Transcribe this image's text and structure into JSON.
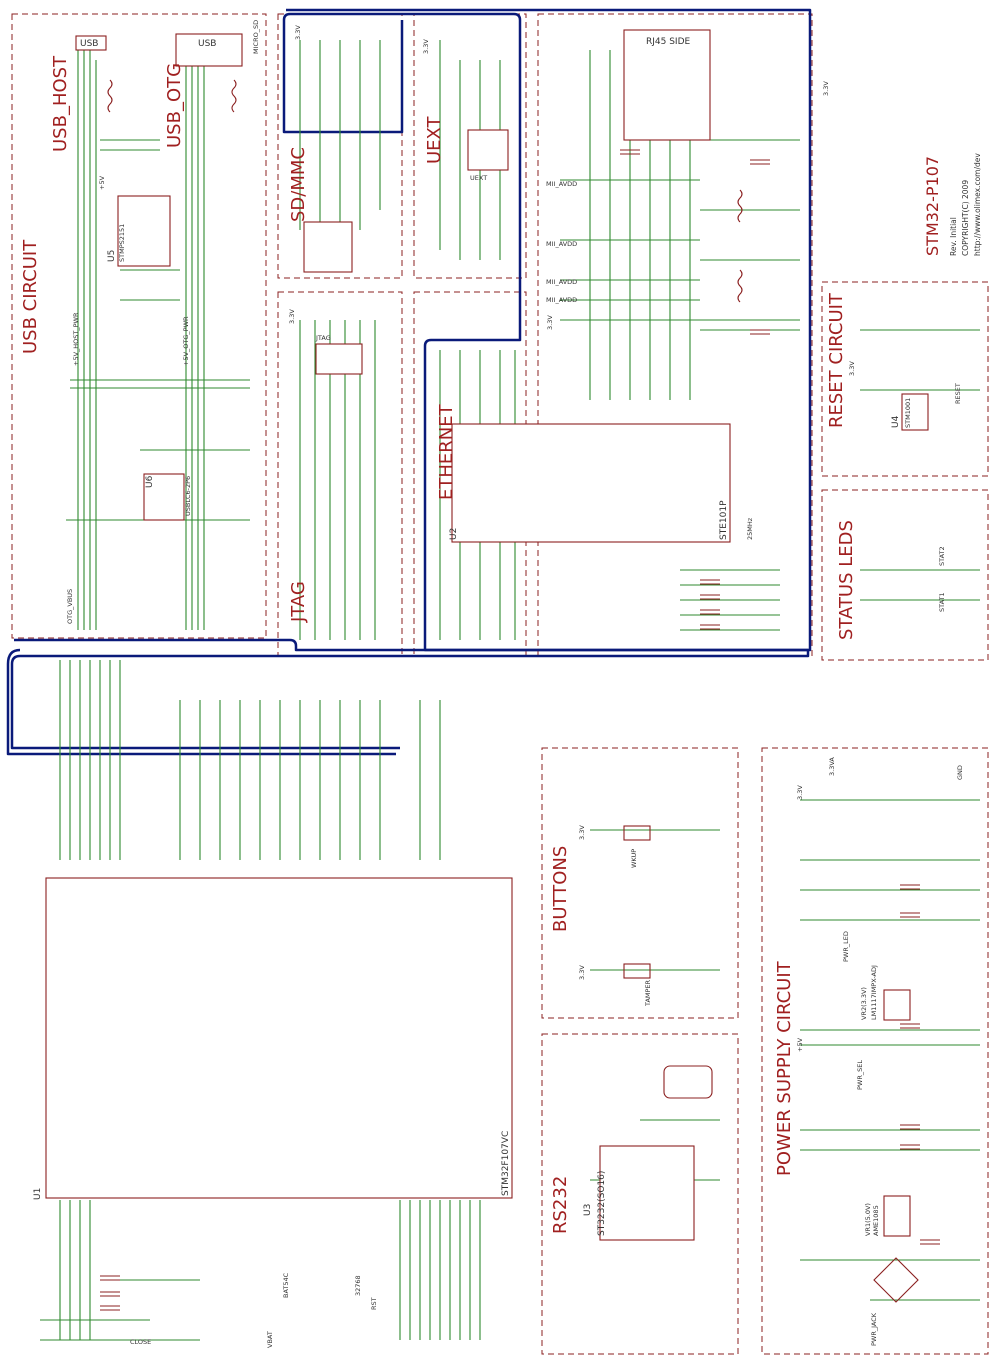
{
  "sections": {
    "usb_host": "USB_HOST",
    "usb_otg": "USB_OTG",
    "usb_circuit": "USB CIRCUIT",
    "sd_mmc": "SD/MMC",
    "uext": "UEXT",
    "ethernet": "ETHERNET",
    "jtag": "JTAG",
    "reset_circuit": "RESET CIRCUIT",
    "status_leds": "STATUS LEDS",
    "buttons": "BUTTONS",
    "rs232": "RS232",
    "power_supply": "POWER SUPPLY CIRCUIT"
  },
  "title_block": {
    "board": "STM32-P107",
    "revision": "Rev. Initial",
    "copyright": "COPYRIGHT(C) 2009",
    "url": "http://www.olimex.com/dev"
  },
  "parts": {
    "usb_host_conn": "USB",
    "usb_otg_conn": "USB",
    "rj45": "RJ45 SIDE",
    "u1": "U1",
    "u1_part": "STM32F107VC",
    "u2": "U2",
    "u2_part": "STE101P",
    "u3": "U3",
    "u3_part": "ST3232(SO16)",
    "u4": "U4",
    "u4_part": "STM1001",
    "u5": "U5",
    "u5_part": "STMPS2151",
    "u6": "U6",
    "u6_part": "USBLC6-2P6",
    "vr1": "VR1(5.0V)",
    "vr1_part": "AME1085",
    "vr2": "VR2(3.3V)",
    "vr2_part": "LM1117IMPX-ADJ",
    "crystal_main": "25MHz",
    "crystal_rtc": "32768",
    "jtag_conn": "JTAG",
    "uext_conn": "UEXT",
    "pwr_jack": "PWR_JACK",
    "pwr_sel": "PWR_SEL",
    "pwr_led": "PWR_LED",
    "stat1": "STAT1",
    "stat2": "STAT2",
    "wkup": "WKUP",
    "tamper": "TAMPER",
    "reset": "RESET",
    "micro_sd": "MICRO_SD"
  },
  "nets": {
    "v33": "3.3V",
    "v5": "+5V",
    "v33a": "3.3VA",
    "gnd": "GND",
    "mii_avdd": "MII_AVDD",
    "otg_vbus": "OTG_VBUS",
    "usb_host_pwr": "+5V_HOST_PWR",
    "usb_otg_pwr": "+5V_OTG_PWR",
    "vbat": "VBAT",
    "close": "CLOSE",
    "bat54c": "BAT54C",
    "rst": "RST"
  }
}
